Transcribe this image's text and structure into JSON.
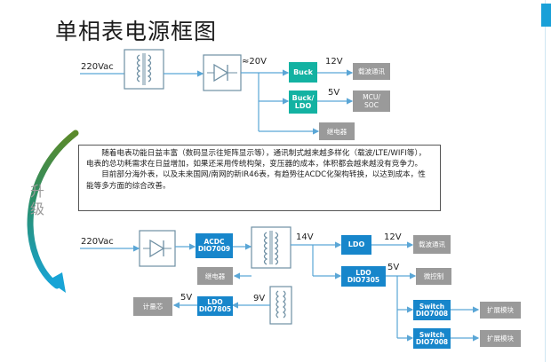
{
  "title": "单相表电源框图",
  "upgrade_text": [
    "升",
    "级"
  ],
  "top": {
    "input": "220Vac",
    "rectified": "≈20V",
    "buck": {
      "label": "Buck",
      "out": "12V",
      "load": "载波通讯"
    },
    "buck_ldo": {
      "label": [
        "Buck/",
        "LDO"
      ],
      "out": "5V",
      "load": [
        "MCU/",
        "SOC"
      ]
    },
    "relay": "继电器"
  },
  "note": {
    "para1": "随着电表功能日益丰富（数码显示往矩阵显示等），通讯制式越来越多样化（载波/LTE/WIFI等），电表的总功耗需求在日益增加，如果还采用传统构架，变压器的成本，体积都会越来越没有竞争力。",
    "para2": "目前部分海外表，以及未来国网/南网的新IR46表，有趋势往ACDC化架构转换，以达到成本，性能等多方面的综合改善。"
  },
  "bottom": {
    "input": "220Vac",
    "acdc": {
      "label": [
        "ACDC",
        "DIO7009"
      ]
    },
    "v14": "14V",
    "ldo_a": {
      "label": "LDO",
      "out": "12V",
      "load": "载波通讯"
    },
    "ldo_b": {
      "label": [
        "LDO",
        "DIO7305"
      ],
      "out": "5V",
      "load": "微控制"
    },
    "relay": "继电器",
    "v9": "9V",
    "ldo_c": {
      "label": [
        "LDO",
        "DIO7805"
      ],
      "out": "5V",
      "load": "计量芯"
    },
    "switch1": {
      "label": [
        "Switch",
        "DIO7008"
      ],
      "load": "扩展模块"
    },
    "switch2": {
      "label": [
        "Switch",
        "DIO7008"
      ],
      "load": "扩展模块"
    }
  },
  "colors": {
    "teal": "#13b2a2",
    "blue": "#1786cb",
    "gray": "#9a9a9a",
    "line": "#5aa6d6"
  }
}
